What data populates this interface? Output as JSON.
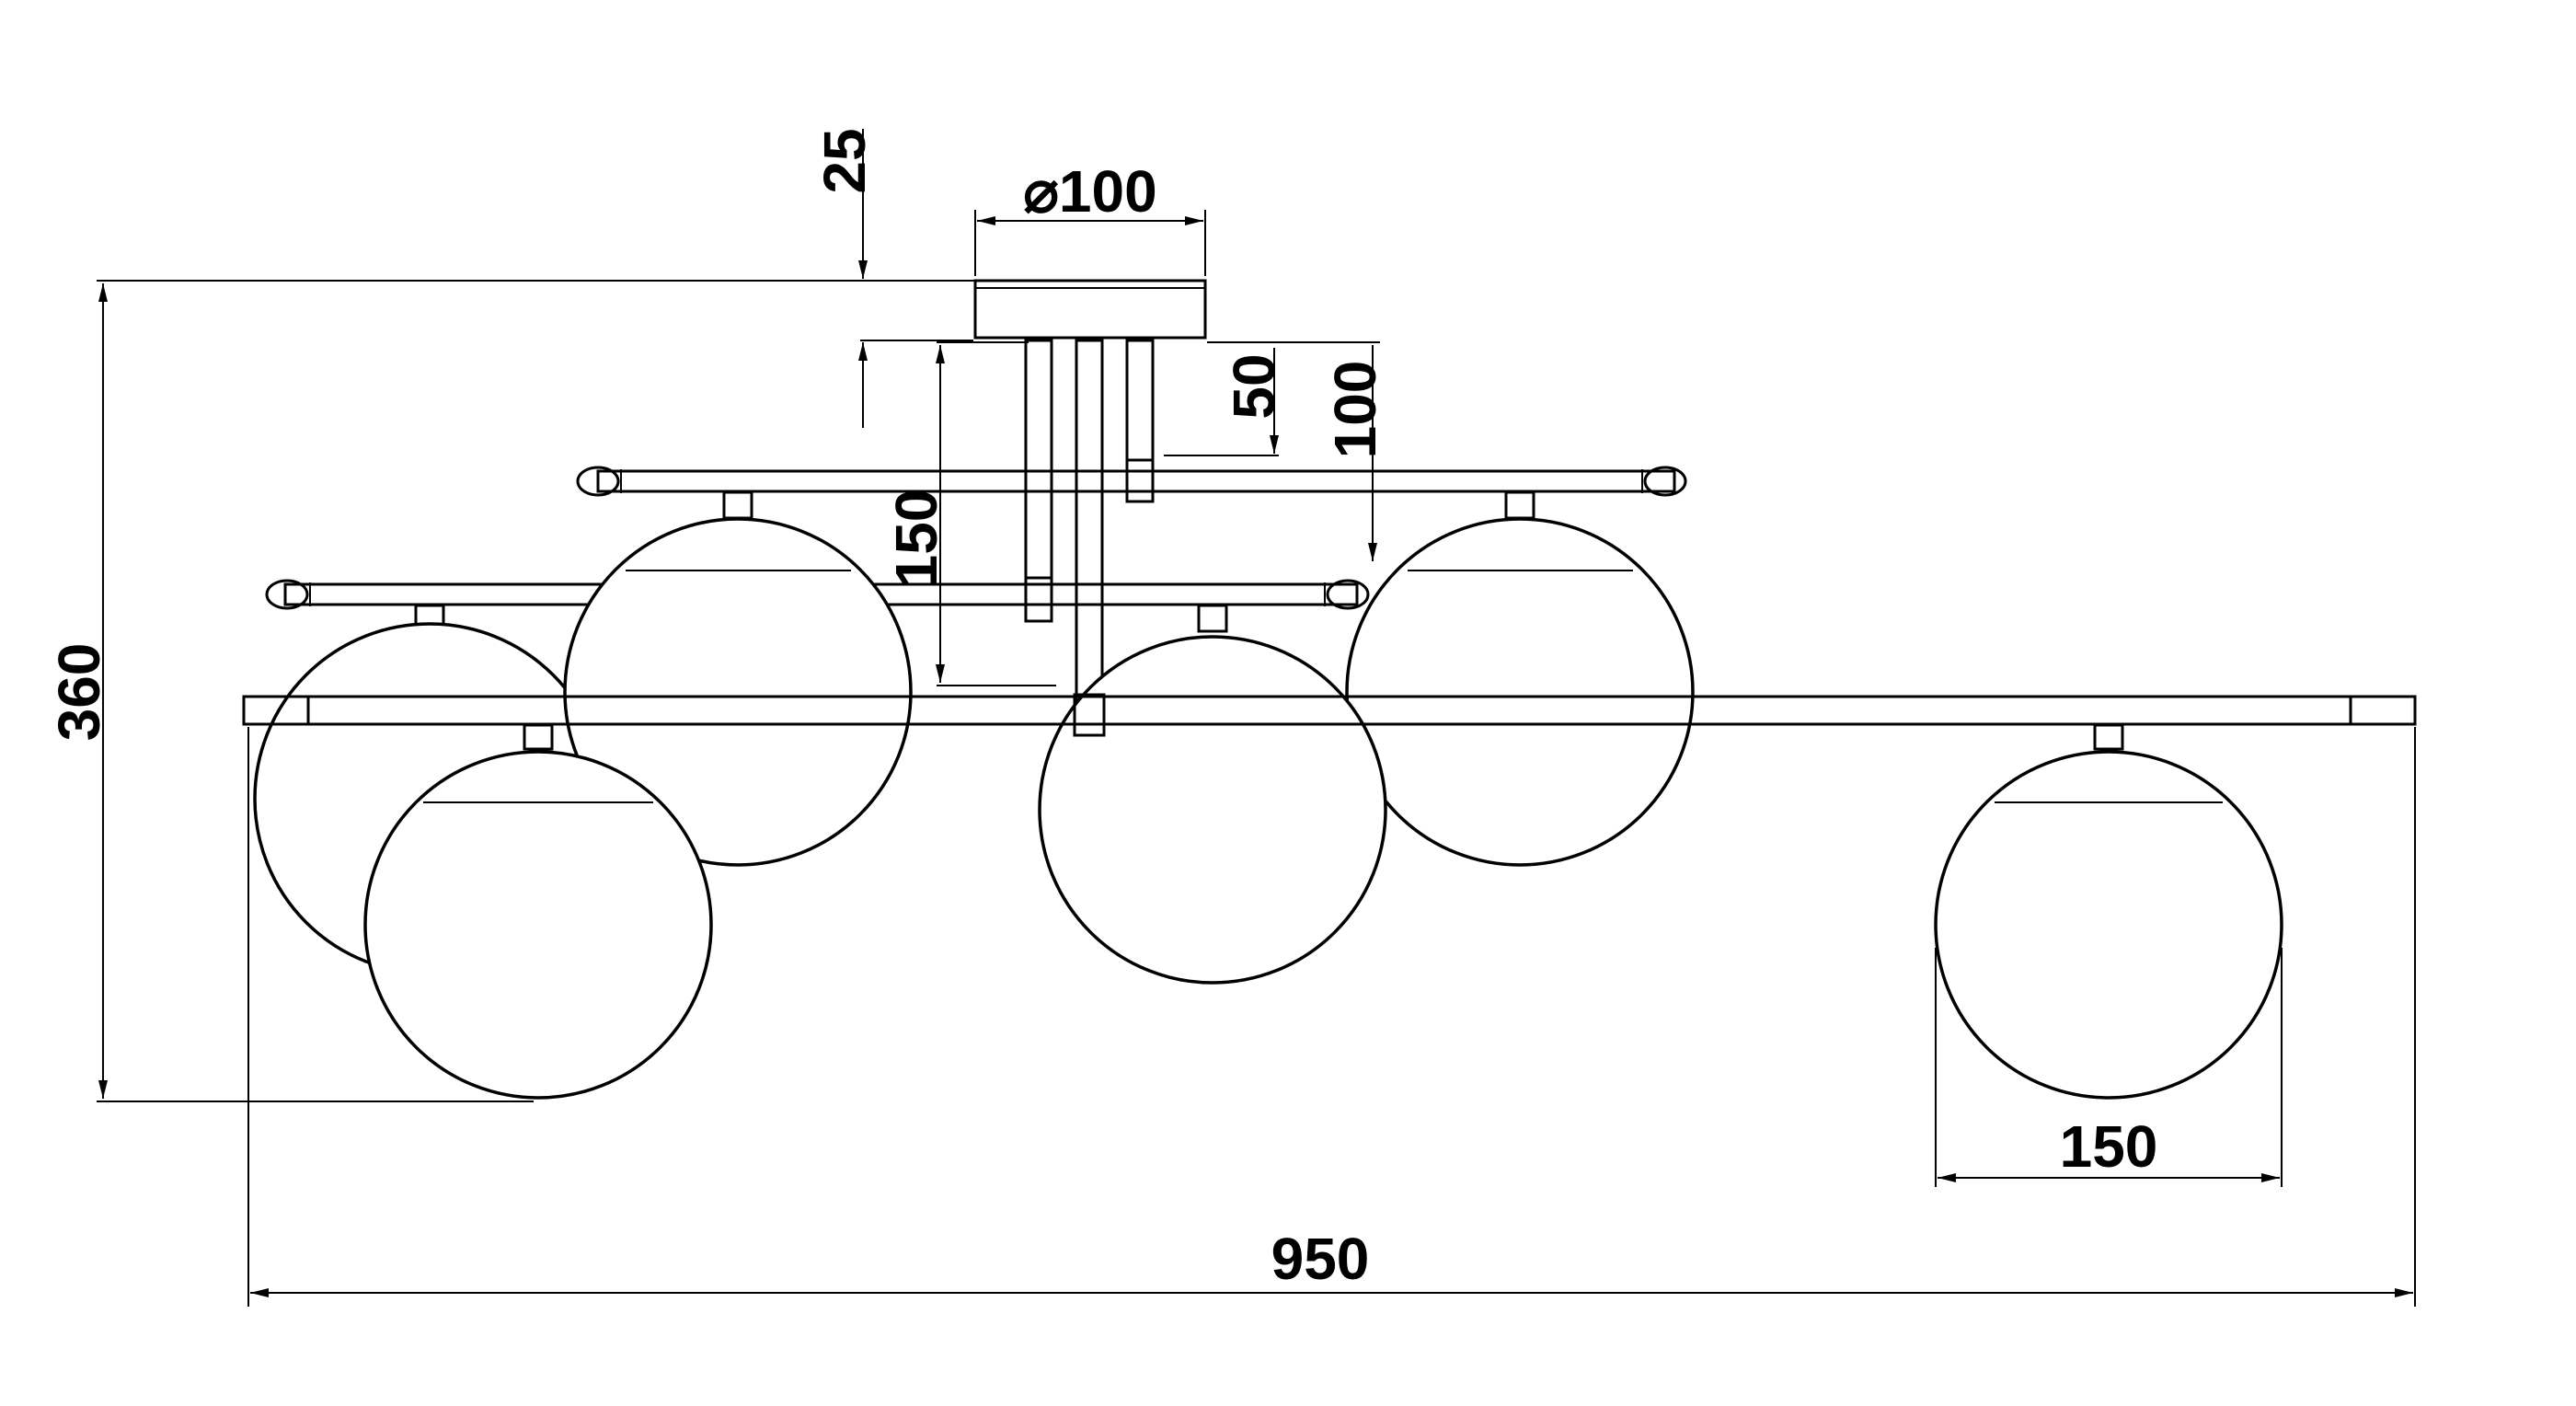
{
  "diagram": {
    "dimensions": {
      "overall_width": "950",
      "overall_height": "360",
      "canopy_diameter": "⌀100",
      "canopy_thickness": "25",
      "upper_arm_drop": "50",
      "middle_arm_drop": "100",
      "lower_arm_drop": "150",
      "globe_diameter": "150"
    },
    "colors": {
      "line": "#000000",
      "background": "#ffffff"
    }
  }
}
